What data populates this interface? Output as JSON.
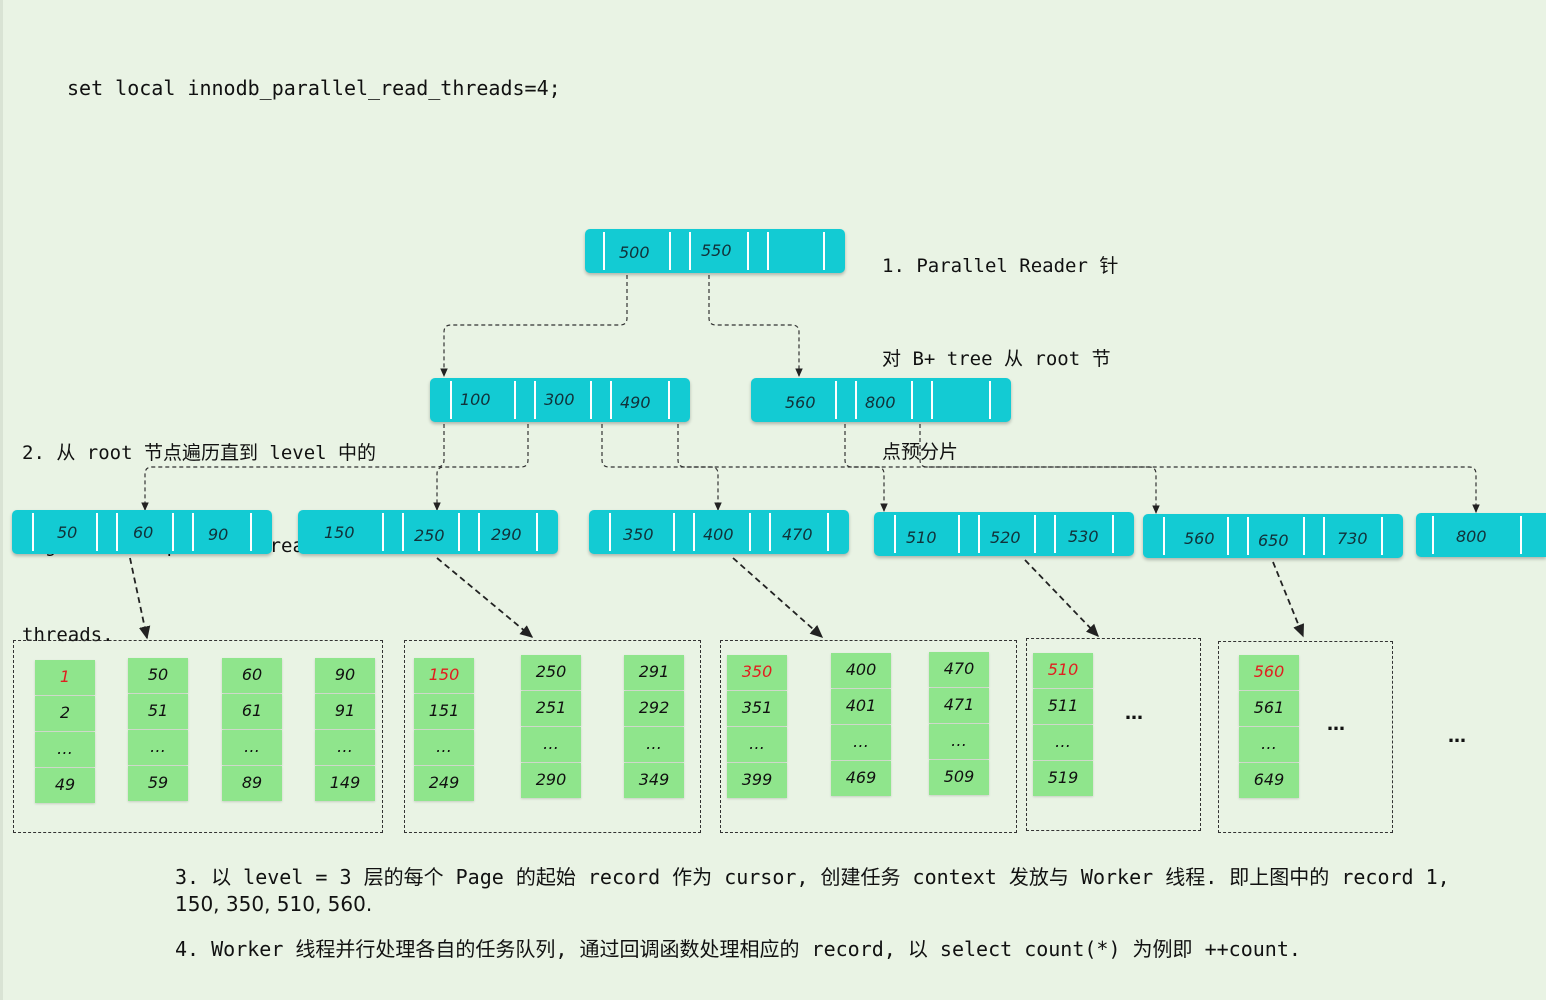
{
  "code_line": "set local innodb_parallel_read_threads=4;",
  "note1": [
    "1. Parallel Reader 针",
    "对 B+ tree 从 root 节",
    "点预分片"
  ],
  "note2": [
    "2. 从 root 节点遍历直到 level 中的",
    "Page 数量超过 parallel read",
    "threads."
  ],
  "footer": {
    "line3a": "3. 以 level = 3 层的每个 Page 的起始 record 作为 cursor, 创建任务 context 发放与 Worker 线程. 即上图中的 record 1,",
    "line3b": "150, 350, 510, 560.",
    "line4": "4. Worker 线程并行处理各自的任务队列, 通过回调函数处理相应的 record, 以 select count(*) 为例即 ++count."
  },
  "tree": {
    "root": [
      "500",
      "550"
    ],
    "level2": [
      [
        "100",
        "300",
        "490"
      ],
      [
        "560",
        "800"
      ]
    ],
    "level3": [
      [
        "50",
        "60",
        "90"
      ],
      [
        "150",
        "250",
        "290"
      ],
      [
        "350",
        "400",
        "470"
      ],
      [
        "510",
        "520",
        "530"
      ],
      [
        "560",
        "650",
        "730"
      ],
      [
        "800"
      ]
    ]
  },
  "leaves": [
    {
      "columns": [
        [
          "1",
          "2",
          "…",
          "49"
        ],
        [
          "50",
          "51",
          "…",
          "59"
        ],
        [
          "60",
          "61",
          "…",
          "89"
        ],
        [
          "90",
          "91",
          "…",
          "149"
        ]
      ]
    },
    {
      "columns": [
        [
          "150",
          "151",
          "…",
          "249"
        ],
        [
          "250",
          "251",
          "…",
          "290"
        ],
        [
          "291",
          "292",
          "…",
          "349"
        ]
      ]
    },
    {
      "columns": [
        [
          "350",
          "351",
          "…",
          "399"
        ],
        [
          "400",
          "401",
          "…",
          "469"
        ],
        [
          "470",
          "471",
          "…",
          "509"
        ]
      ]
    },
    {
      "columns": [
        [
          "510",
          "511",
          "…",
          "519"
        ]
      ],
      "ellipsis": "…"
    },
    {
      "columns": [
        [
          "560",
          "561",
          "…",
          "649"
        ]
      ],
      "ellipsis": "…"
    }
  ],
  "trailing_ellipsis": "…",
  "colors": {
    "node": "#13cbd3",
    "leaf": "#8fe58c",
    "highlight": "#e02020",
    "background": "#e9f3e4"
  }
}
